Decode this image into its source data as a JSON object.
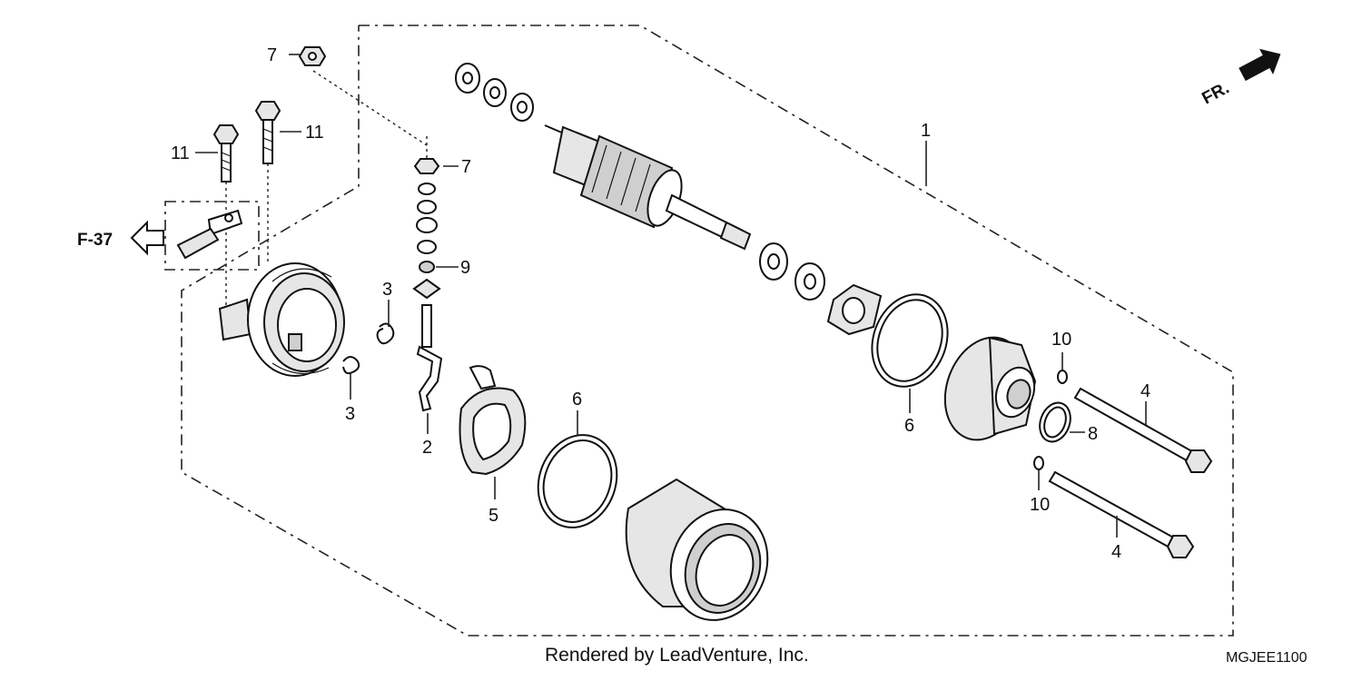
{
  "callouts": {
    "c1": "1",
    "c2": "2",
    "c3a": "3",
    "c3b": "3",
    "c4a": "4",
    "c4b": "4",
    "c5": "5",
    "c6a": "6",
    "c6b": "6",
    "c7a": "7",
    "c7b": "7",
    "c8": "8",
    "c9": "9",
    "c10a": "10",
    "c10b": "10",
    "c11a": "11",
    "c11b": "11"
  },
  "reference": "F-37",
  "direction": "FR.",
  "footer": {
    "credit": "Rendered by LeadVenture, Inc.",
    "code": "MGJEE1100"
  }
}
